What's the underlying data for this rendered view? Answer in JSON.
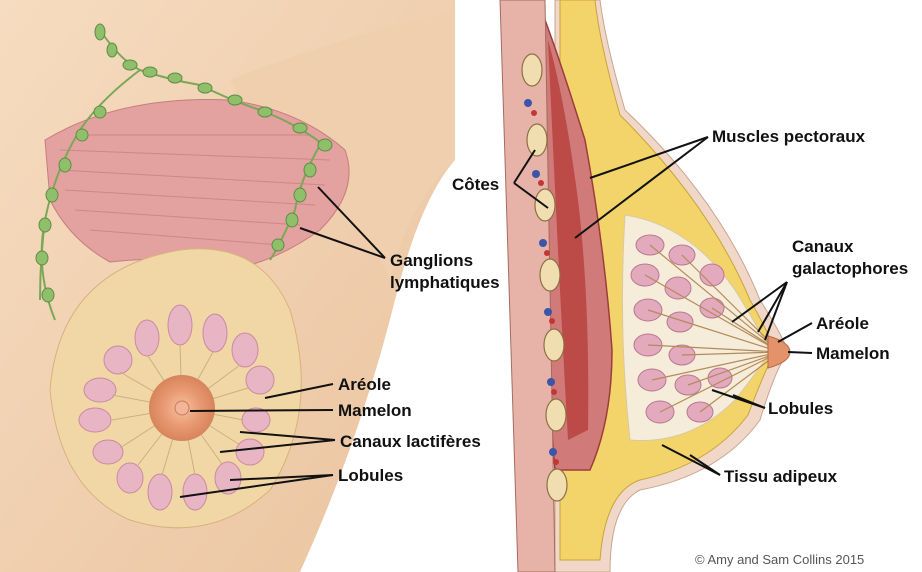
{
  "front_view": {
    "labels": {
      "ganglions_line1": "Ganglions",
      "ganglions_line2": "lymphatiques",
      "areole": "Aréole",
      "mamelon": "Mamelon",
      "canaux": "Canaux lactifères",
      "lobules": "Lobules"
    }
  },
  "side_view": {
    "labels": {
      "muscles": "Muscles pectoraux",
      "cotes": "Côtes",
      "canaux_line1": "Canaux",
      "canaux_line2": "galactophores",
      "areole": "Aréole",
      "mamelon": "Mamelon",
      "lobules": "Lobules",
      "tissu": "Tissu adipeux"
    }
  },
  "credit": "© Amy and Sam Collins 2015",
  "colors": {
    "skin": "#f3d5b5",
    "muscle": "#e0999c",
    "muscle_dark": "#b8423e",
    "fat": "#f2d46a",
    "lobule": "#e7b3c4",
    "lymph_node": "#8fbf6a",
    "areola": "#e4926a"
  }
}
